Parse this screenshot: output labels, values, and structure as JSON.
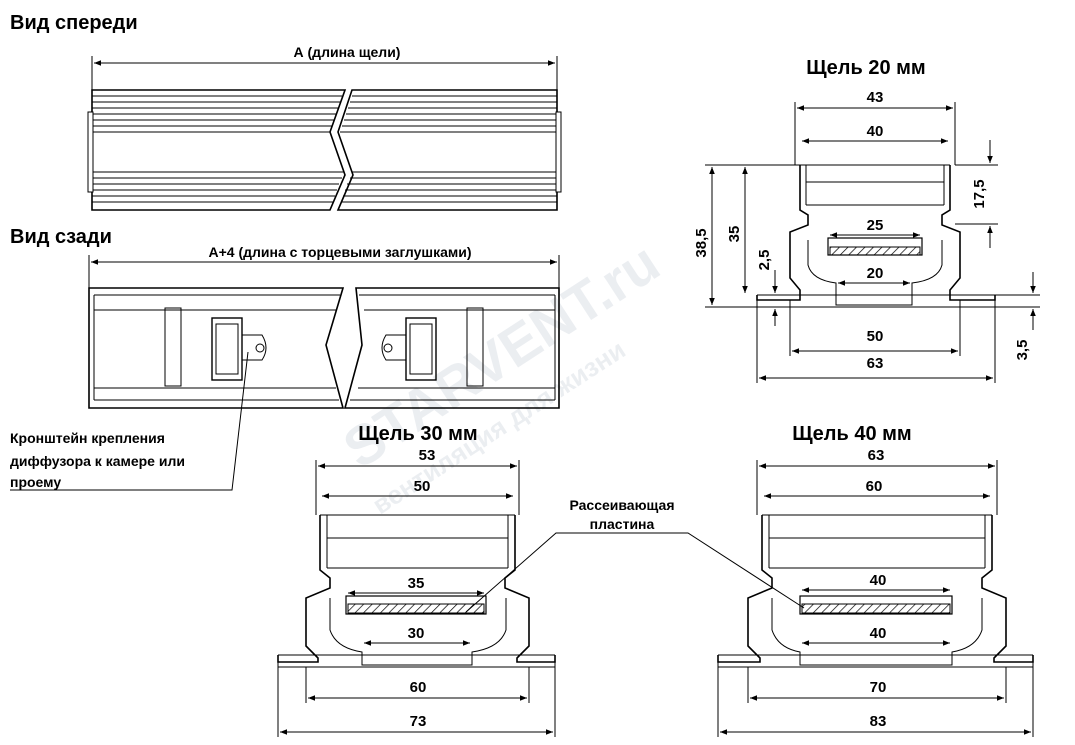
{
  "titles": {
    "front_view": "Вид спереди",
    "back_view": "Вид сзади",
    "slot20": "Щель 20 мм",
    "slot30": "Щель 30 мм",
    "slot40": "Щель 40 мм"
  },
  "front": {
    "length_label": "А (длина щели)"
  },
  "back": {
    "length_label": "А+4 (длина с торцевыми заглушками)"
  },
  "callouts": {
    "bracket_line1": "Кронштейн крепления",
    "bracket_line2": "диффузора к камере или",
    "bracket_line3": "проему",
    "plate_line1": "Рассеивающая",
    "plate_line2": "пластина"
  },
  "slot20": {
    "w_top": "43",
    "w_inner": "40",
    "w_plate": "25",
    "w_slot": "20",
    "w_base": "50",
    "w_flange": "63",
    "h_total": "38,5",
    "h_body": "35",
    "h_upper": "17,5",
    "h_small": "2,5",
    "h_flange": "3,5"
  },
  "slot30": {
    "w_top": "53",
    "w_inner": "50",
    "w_plate": "35",
    "w_slot": "30",
    "w_base": "60",
    "w_flange": "73"
  },
  "slot40": {
    "w_top": "63",
    "w_inner": "60",
    "w_plate": "40",
    "w_slot": "40",
    "w_base": "70",
    "w_flange": "83"
  },
  "watermark": {
    "brand": "STARVENT.ru",
    "slogan": "вентиляция для жизни"
  }
}
